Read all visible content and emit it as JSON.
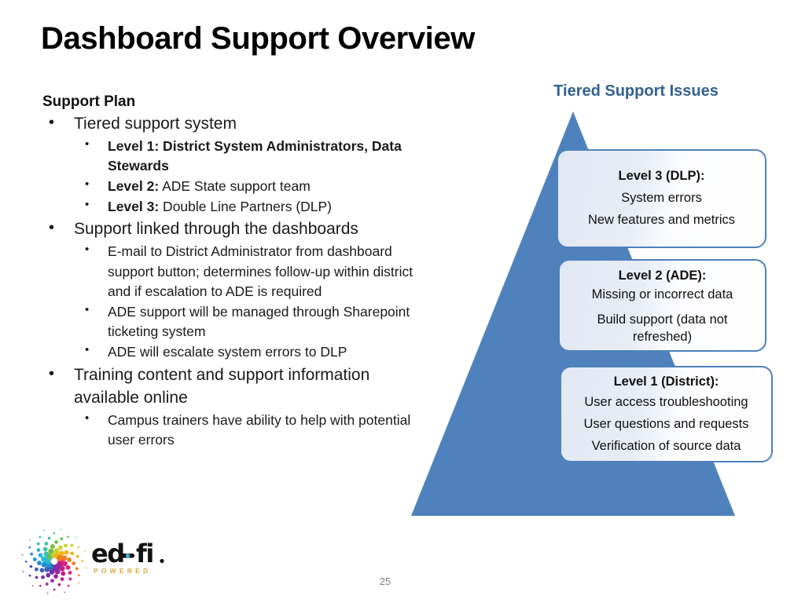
{
  "slide": {
    "title": "Dashboard Support Overview",
    "page_number": "25"
  },
  "left_panel": {
    "section_heading": "Support Plan",
    "bullets": [
      {
        "text": "Tiered support system",
        "sub": [
          {
            "bold": "Level 1:",
            "rest": " District System Administrators, Data Stewards",
            "all_bold": true
          },
          {
            "bold": "Level 2:",
            "rest": " ADE State support team",
            "all_bold": false
          },
          {
            "bold": "Level 3:",
            "rest": " Double Line Partners (DLP)",
            "all_bold": false
          }
        ]
      },
      {
        "text": "Support linked through the dashboards",
        "sub": [
          {
            "bold": "",
            "rest": "E-mail to District Administrator from dashboard support button; determines follow-up within district and if escalation to ADE is required",
            "all_bold": false
          },
          {
            "bold": "",
            "rest": "ADE support will be managed through Sharepoint ticketing system",
            "all_bold": false
          },
          {
            "bold": "",
            "rest": "ADE will escalate system errors to DLP",
            "all_bold": false
          }
        ]
      },
      {
        "text": "Training content and support information available online",
        "sub": [
          {
            "bold": "",
            "rest": "Campus trainers have ability to help with potential user errors",
            "all_bold": false
          }
        ]
      }
    ]
  },
  "diagram": {
    "title": "Tiered Support Issues",
    "type": "pyramid",
    "pyramid_color": "#4f81bd",
    "box_border_color": "#4f81bd",
    "title_color": "#33608f",
    "tiers": [
      {
        "id": "level-3",
        "heading": "Level 3 (DLP):",
        "lines": [
          "System errors",
          "New features and metrics"
        ]
      },
      {
        "id": "level-2",
        "heading": "Level 2 (ADE):",
        "lines": [
          "Missing or incorrect data",
          "Build support (data not refreshed)"
        ]
      },
      {
        "id": "level-1",
        "heading": "Level 1 (District):",
        "lines": [
          "User access troubleshooting",
          "User questions and requests",
          "Verification of source data"
        ]
      }
    ]
  },
  "logo": {
    "wordmark": "ed-fi.",
    "tagline": "POWERED",
    "tagline_color": "#d9a93c"
  }
}
